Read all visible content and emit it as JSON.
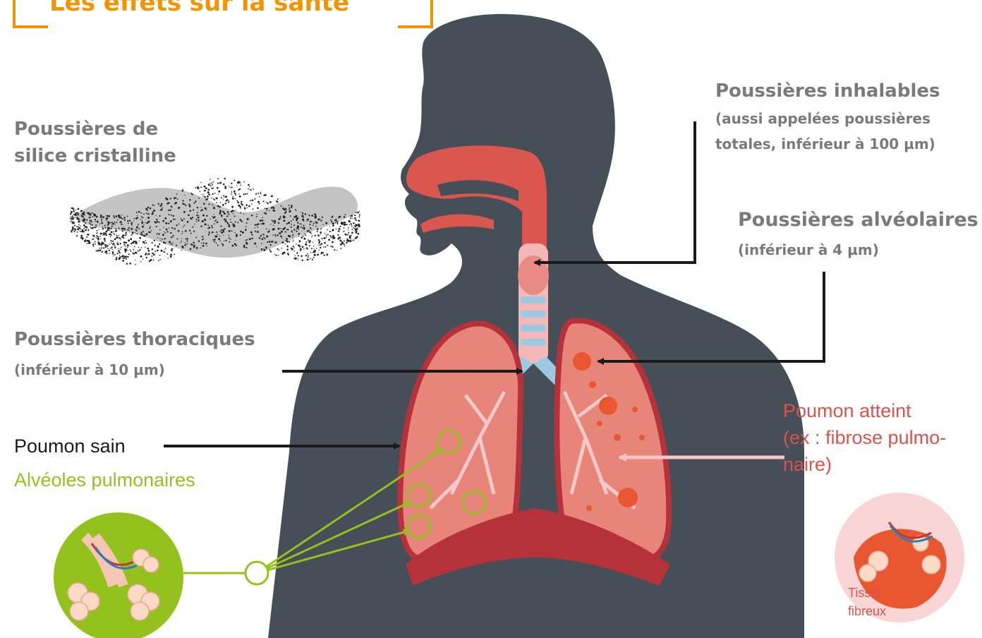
{
  "header": {
    "text": "Les effets sur la santé"
  },
  "labels": {
    "crystalline_title_1": "Poussières de",
    "crystalline_title_2": "silice cristalline",
    "inhalable_title": "Poussières inhalables",
    "inhalable_sub_1": "(aussi appelées poussières",
    "inhalable_sub_2": "totales, inférieur à 100 µm)",
    "alveolar_title": "Poussières alvéolaires",
    "alveolar_sub": "(inférieur à 4 µm)",
    "thoracic_title": "Poussières thoraciques",
    "thoracic_sub": "(inférieur à 10 µm)",
    "healthy_lung": "Poumon sain",
    "alveoli": "Alvéoles pulmonaires",
    "affected_1": "Poumon atteint",
    "affected_2": "(ex : fibrose pulmo-",
    "affected_3": "naire)",
    "fibrous_1": "Tissu",
    "fibrous_2": "fibreux"
  },
  "colors": {
    "silhouette": "#464e57",
    "header": "#f29400",
    "label_gray": "#7a7a7a",
    "alveoli_green": "#95c11f",
    "affected_red": "#d9534f",
    "arrow": "#1a1a1a",
    "lung": "#e8857a",
    "trachea_pink": "#f4b8b8",
    "trachea_blue": "#9cc9e0"
  }
}
